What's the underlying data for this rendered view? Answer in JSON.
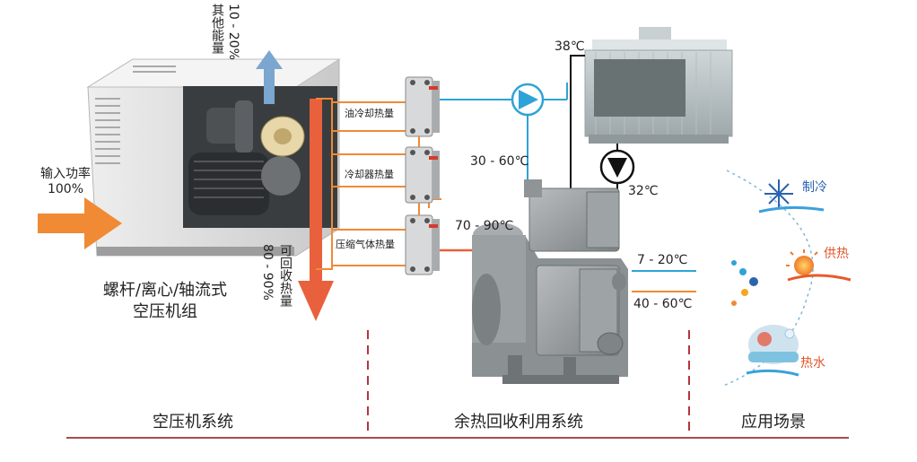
{
  "input_power": {
    "line1": "输入功率",
    "line2": "100%"
  },
  "other_energy": {
    "label": "其他能量",
    "percent": "10 - 20%"
  },
  "recoverable": {
    "label": "可回收热量",
    "percent": "80 - 90%"
  },
  "compressor": {
    "line1": "螺杆/离心/轴流式",
    "line2": "空压机组"
  },
  "heat_exchangers": [
    "油冷却热量",
    "冷却器热量",
    "压缩气体热量"
  ],
  "temps": {
    "tower_in": "38℃",
    "tower_out": "32℃",
    "cooling_water": "30 - 60℃",
    "hot_gas": "70 - 90℃",
    "chilled": "7 - 20℃",
    "hot_water": "40 - 60℃"
  },
  "applications": [
    "制冷",
    "供热",
    "热水"
  ],
  "sections": [
    "空压机系统",
    "余热回收利用系统",
    "应用场景"
  ],
  "colors": {
    "orange": "#f08a35",
    "red_orange": "#e8613c",
    "blue": "#2ea3d8",
    "steel_blue": "#7ba6cf",
    "divider": "#b8333e",
    "cold_text": "#2b63b0",
    "hot_text": "#e0552a"
  }
}
